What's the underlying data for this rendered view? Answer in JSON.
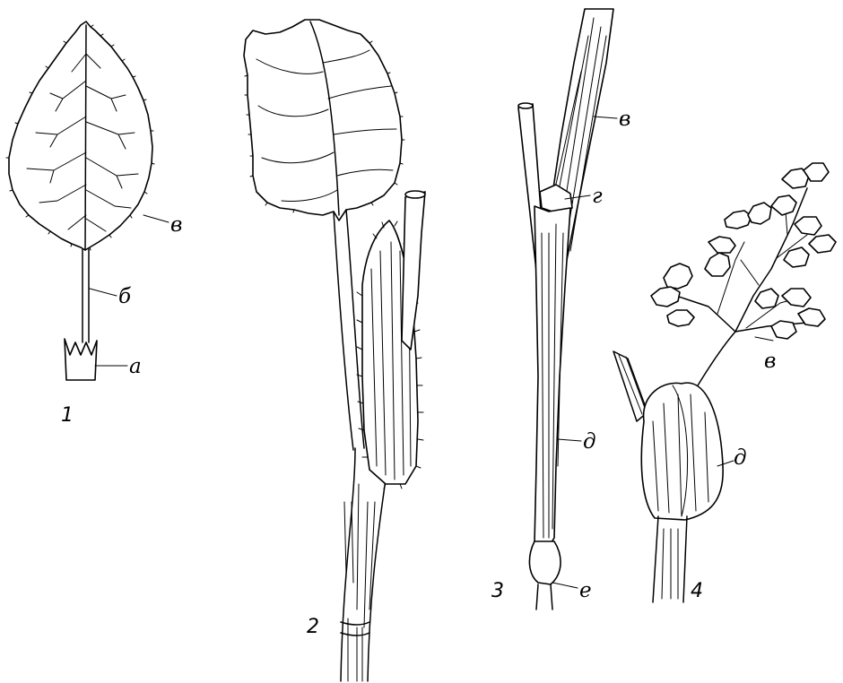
{
  "figures": [
    {
      "number": "1",
      "labels": [
        "в",
        "б",
        "а"
      ]
    },
    {
      "number": "2",
      "labels": []
    },
    {
      "number": "3",
      "labels": [
        "в",
        "г",
        "д",
        "е"
      ]
    },
    {
      "number": "4",
      "labels": [
        "в",
        "д"
      ]
    }
  ]
}
